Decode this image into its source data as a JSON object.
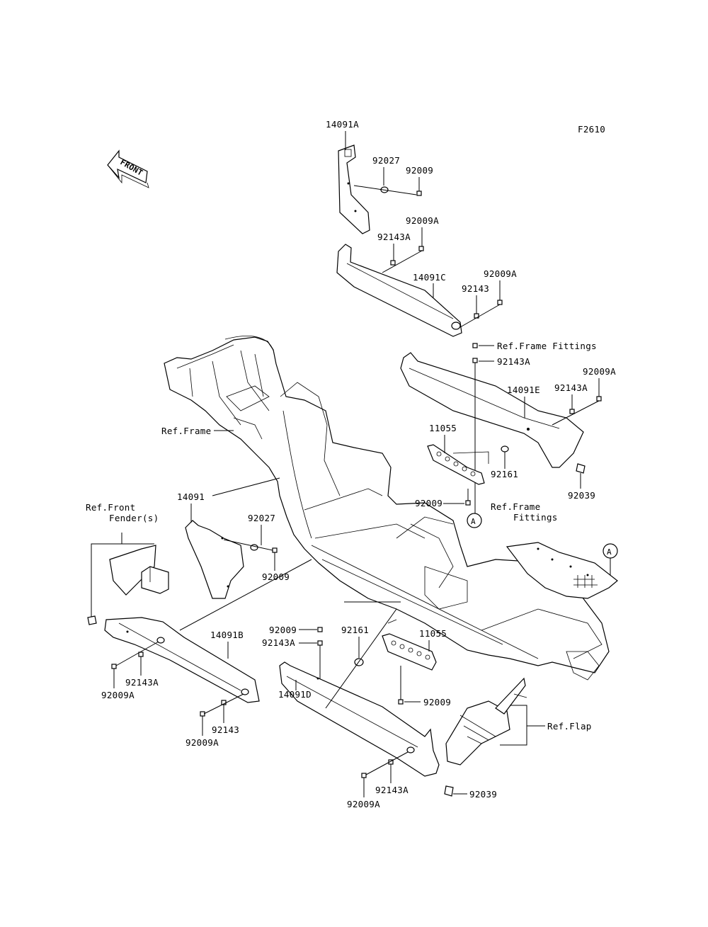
{
  "figure_code": "F2610",
  "front_arrow": "FRONT",
  "parts": {
    "p14091A": "14091A",
    "p92027_top": "92027",
    "p92009_top": "92009",
    "p92009A_1": "92009A",
    "p92143A_1": "92143A",
    "p14091C": "14091C",
    "p92009A_2": "92009A",
    "p92143_1": "92143",
    "p92143A_2": "92143A",
    "p92009A_3": "92009A",
    "p14091E": "14091E",
    "p92143A_3": "92143A",
    "p11055_top": "11055",
    "p92161_top": "92161",
    "p92039_right": "92039",
    "p92009_mid": "92009",
    "p14091": "14091",
    "p92027_left": "92027",
    "p92009_left": "92009",
    "p92009_lower": "92009",
    "p92143A_lower": "92143A",
    "p92161_lower": "92161",
    "p11055_lower": "11055",
    "p14091B": "14091B",
    "p92143A_left": "92143A",
    "p92009A_left": "92009A",
    "p92143_left": "92143",
    "p92009A_left2": "92009A",
    "p14091D": "14091D",
    "p92009_bottom": "92009",
    "p92143A_bottom": "92143A",
    "p92009A_bottom": "92009A",
    "p92039_bottom": "92039"
  },
  "refs": {
    "frame_fittings_top": "Ref.Frame Fittings",
    "frame": "Ref.Frame",
    "frame_fittings_mid_1": "Ref.Frame",
    "frame_fittings_mid_2": "Fittings",
    "front_fender_1": "Ref.Front",
    "front_fender_2": "Fender(s)",
    "flap": "Ref.Flap"
  },
  "callouts": {
    "a_left": "A",
    "a_right": "A"
  }
}
